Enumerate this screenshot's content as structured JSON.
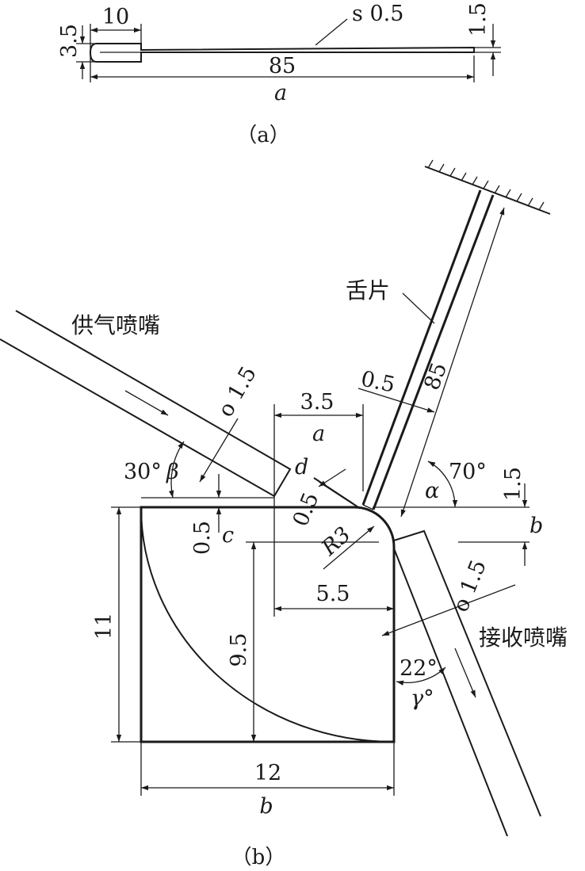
{
  "figure_a": {
    "caption": "（a）",
    "dim_height": "3.5",
    "dim_fold_length": "10",
    "dim_thickness": "s 0.5",
    "dim_tip": "1.5",
    "dim_length": "85",
    "dim_length_var": "a"
  },
  "figure_b": {
    "caption": "（b）",
    "label_supply_nozzle": "供气喷嘴",
    "label_reed": "舌片",
    "label_receive_nozzle": "接收喷嘴",
    "angle_supply": "30°",
    "angle_supply_var": "β",
    "supply_width": "o 1.5",
    "reed_thickness": "0.5",
    "reed_length": "85",
    "dim_3_5": "3.5",
    "var_a": "a",
    "var_d": "d",
    "gap_0_5": "0.5",
    "angle_reed": "70°",
    "angle_reed_var": "α",
    "dim_1_5": "1.5",
    "var_b_right": "b",
    "dim_0_5_vertical": "0.5",
    "var_c": "c",
    "radius": "R3",
    "receive_width": "o 1.5",
    "dim_5_5": "5.5",
    "dim_9_5": "9.5",
    "dim_11": "11",
    "angle_receive": "22°",
    "angle_receive_var": "γ°",
    "dim_12": "12",
    "var_b_bottom": "b"
  }
}
